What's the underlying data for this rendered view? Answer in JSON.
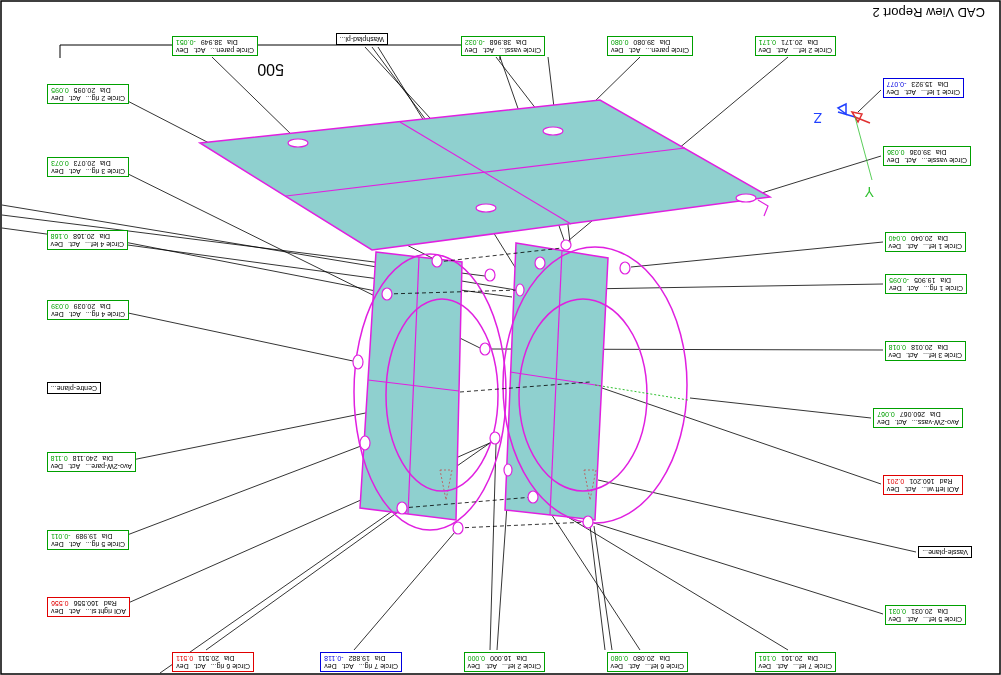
{
  "diagram": {
    "title": "CAD View Report 2",
    "nodes": [
      {
        "text": [
          "Circle paren...",
          "Act.",
          "Dev",
          "Dia",
          "38.949",
          "-0.051"
        ]
      },
      {
        "text": [
          "Washplad-pl..."
        ]
      },
      {
        "text": [
          "Circle vassl...",
          "Act.",
          "Dev",
          "Dia",
          "38.968",
          "-0.032"
        ]
      },
      {
        "text": [
          "Circle paren...",
          "Act.",
          "Dev",
          "Dia",
          "39.080",
          "0.080"
        ]
      },
      {
        "text": [
          "Circle 2 lef...",
          "Act.",
          "Dev",
          "Dia",
          "20.171",
          "0.171"
        ]
      },
      {
        "text": [
          "Circle 1 lef...",
          "Act.",
          "Dev",
          "Dia",
          "15.923",
          "-0.077"
        ]
      },
      {
        "text": [
          "Circle vassle...",
          "Act.",
          "Dev",
          "Dia",
          "39.036",
          "0.036"
        ]
      },
      {
        "text": [
          "Circle 1 lef...",
          "Act.",
          "Dev",
          "Dia",
          "20.040",
          "0.040"
        ]
      },
      {
        "text": [
          "Circle 1 rig...",
          "Act.",
          "Dev",
          "Dia",
          "19.905",
          "-0.095"
        ]
      },
      {
        "text": [
          "Circle 3 lef...",
          "Act.",
          "Dev",
          "Dia",
          "20.018",
          "0.018"
        ]
      },
      {
        "text": [
          "Avo-2W-vass...",
          "Act.",
          "Dev",
          "Dia",
          "260.067",
          "0.067"
        ]
      },
      {
        "text": [
          "AOI left wi...",
          "Act.",
          "Dev",
          "Rad",
          "160.201",
          "0.201"
        ]
      },
      {
        "text": [
          "Vassle-plane..."
        ]
      },
      {
        "text": [
          "Circle 5 lef...",
          "Act.",
          "Dev",
          "Dia",
          "20.031",
          "0.031"
        ]
      },
      {
        "text": [
          "Circle 7 lef...",
          "Act.",
          "Dev",
          "Dia",
          "20.161",
          "0.161"
        ]
      },
      {
        "text": [
          "Circle 6 lef...",
          "Act.",
          "Dev",
          "Dia",
          "20.080",
          "0.080"
        ]
      },
      {
        "text": [
          "Circle 2 lef...",
          "Act.",
          "Dev",
          "Dia",
          "16.000",
          "0.000"
        ]
      },
      {
        "text": [
          "Circle 7 rig...",
          "Act.",
          "Dev",
          "Dia",
          "19.882",
          "-0.118"
        ]
      },
      {
        "text": [
          "Circle 6 rig...",
          "Act.",
          "Dev",
          "Dia",
          "20.511",
          "0.511"
        ]
      },
      {
        "text": [
          "AOI right si...",
          "Act.",
          "Dev",
          "Rad",
          "160.556",
          "0.556"
        ]
      },
      {
        "text": [
          "Circle 5 rig...",
          "Act.",
          "Dev",
          "Dia",
          "19.989",
          "-0.011"
        ]
      },
      {
        "text": [
          "Avo-2W-pare...",
          "Act.",
          "Dev",
          "Dia",
          "240.118",
          "0.118"
        ]
      },
      {
        "text": [
          "Centre-plane..."
        ]
      },
      {
        "text": [
          "Circle 4 rig...",
          "Act.",
          "Dev",
          "Dia",
          "20.039",
          "0.039"
        ]
      },
      {
        "text": [
          "Circle 4 lef...",
          "Act.",
          "Dev",
          "Dia",
          "20.168",
          "0.168"
        ]
      },
      {
        "text": [
          "Circle 3 rig...",
          "Act.",
          "Dev",
          "Dia",
          "20.073",
          "0.073"
        ]
      },
      {
        "text": [
          "Circle 2 rig...",
          "Act.",
          "Dev",
          "Dia",
          "20.095",
          "0.095"
        ]
      }
    ],
    "labels": [
      "500",
      "Z",
      "Y"
    ]
  }
}
